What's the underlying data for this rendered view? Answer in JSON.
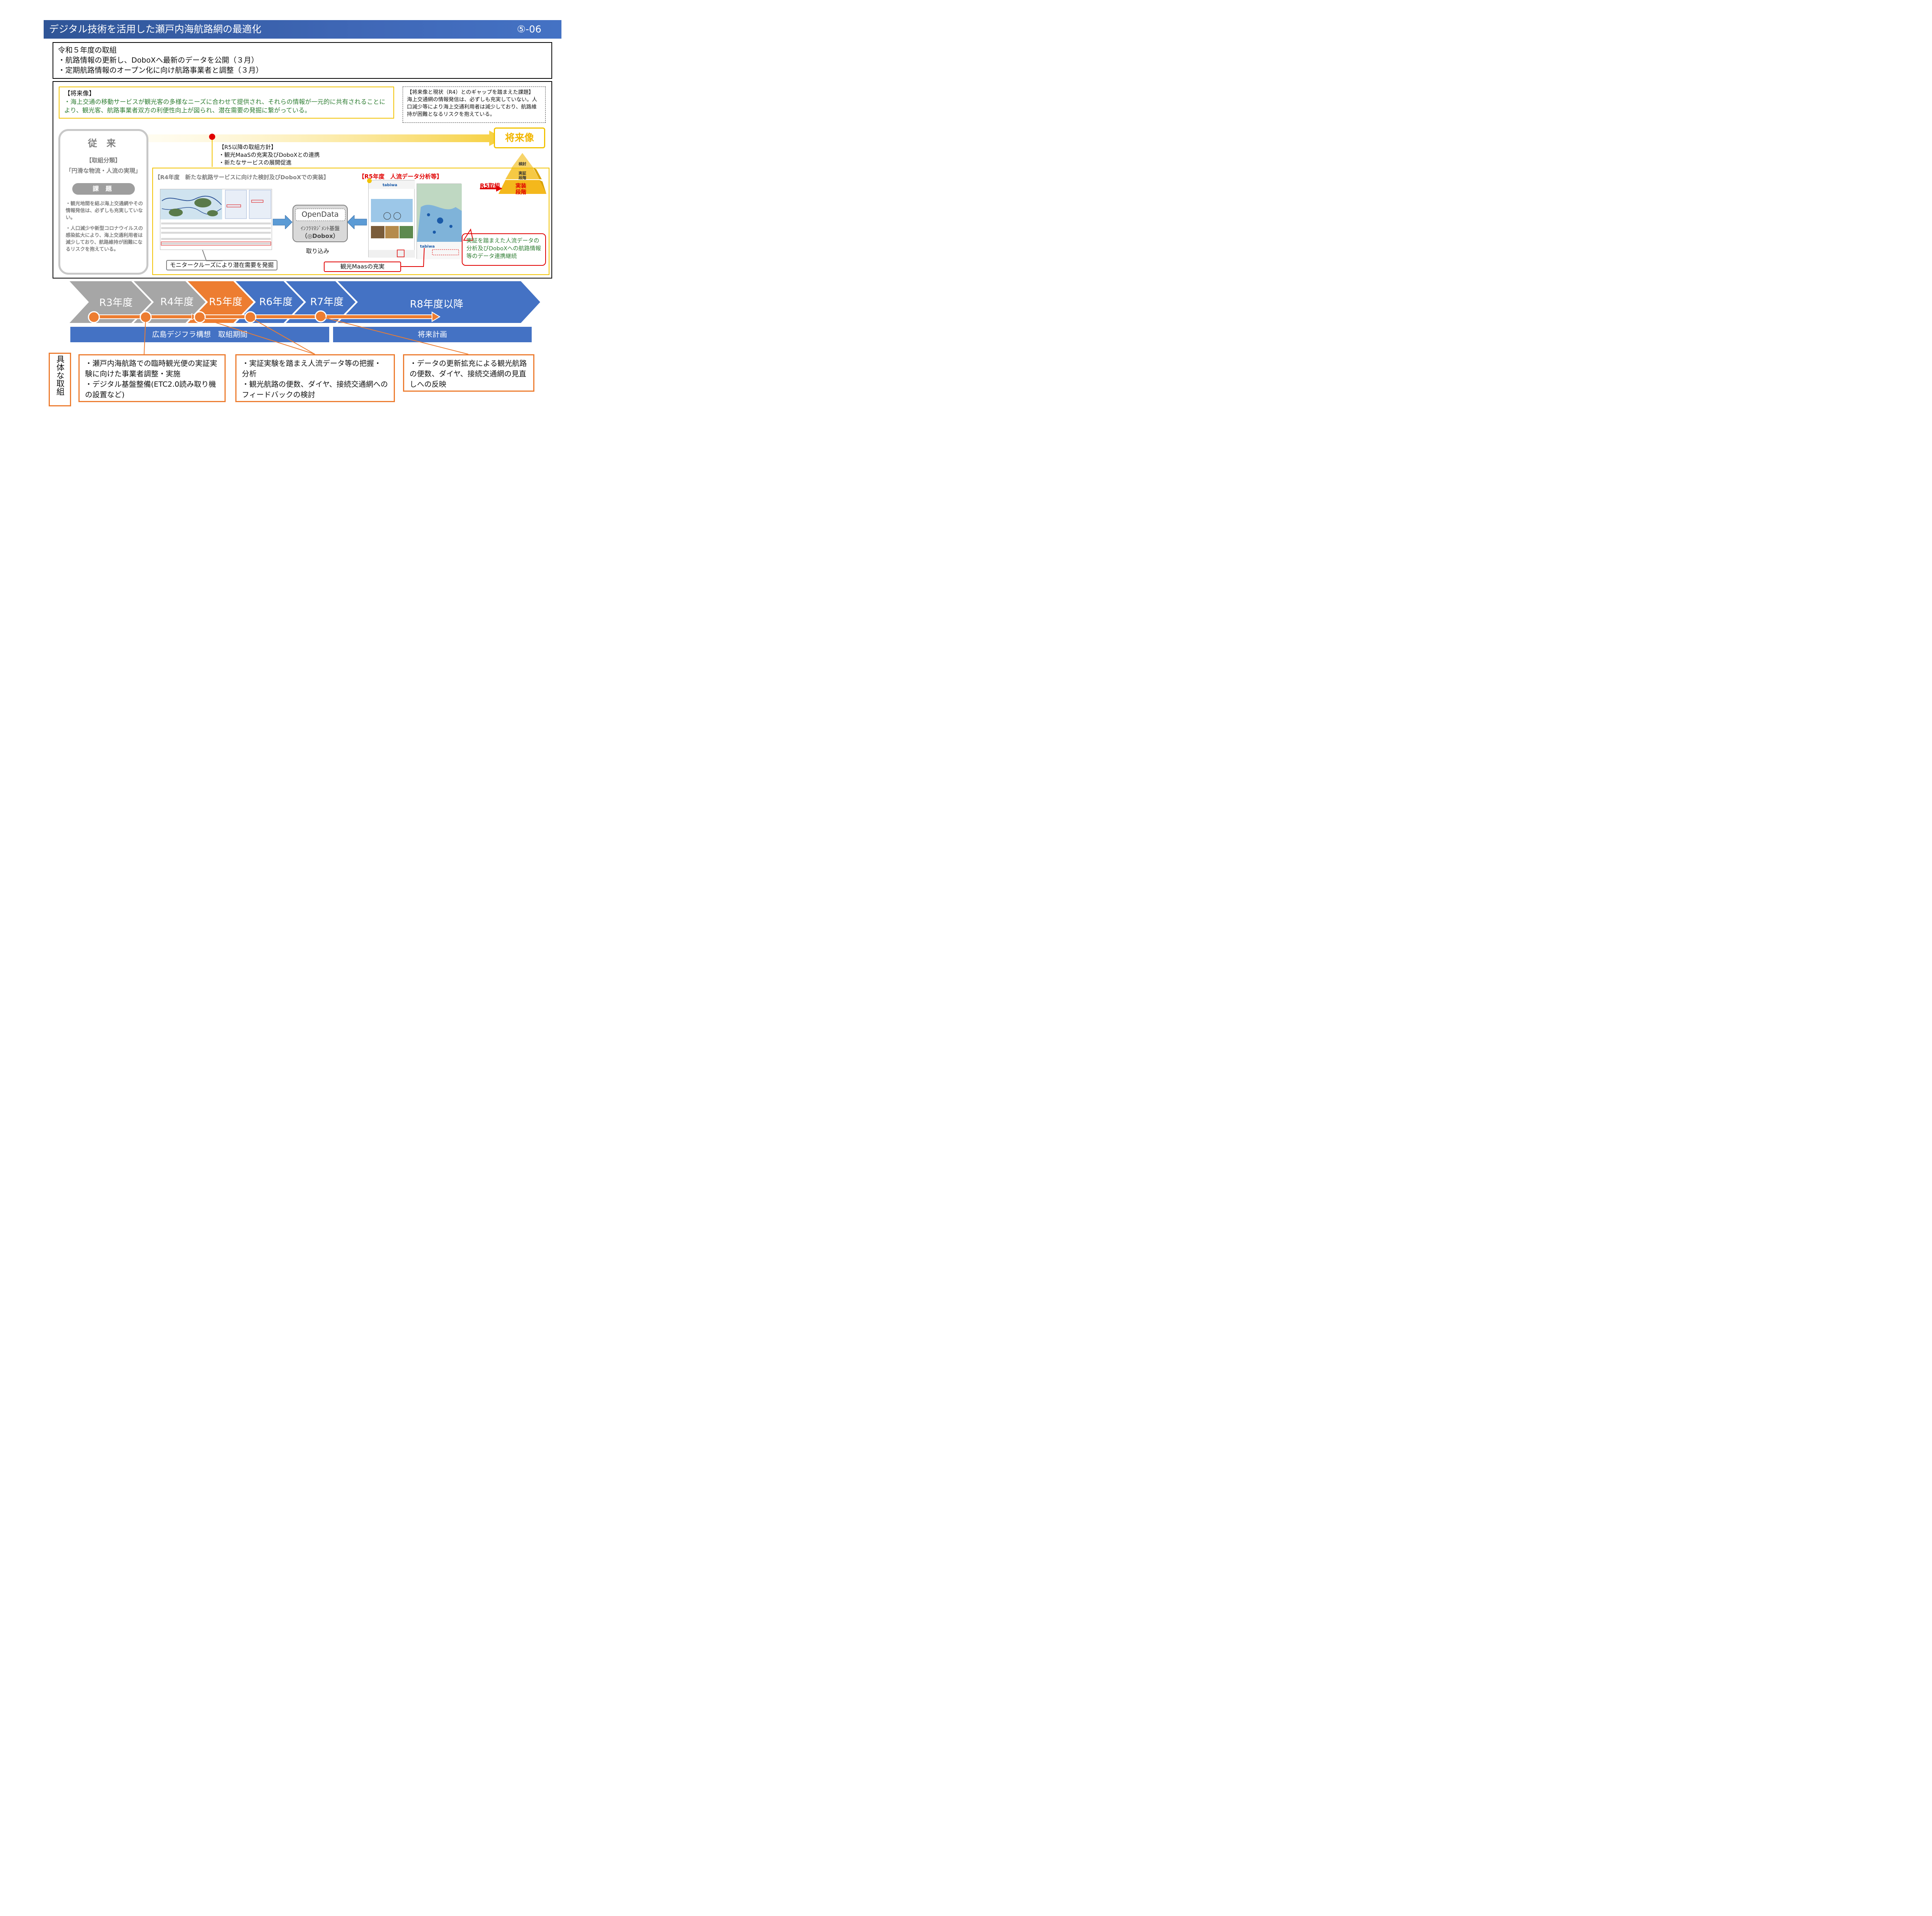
{
  "header": {
    "title": "デジタル技術を活用した瀬戸内海航路網の最適化",
    "number": "⑤-06"
  },
  "r5_actions": {
    "heading": "令和５年度の取組",
    "items": [
      "・航路情報の更新し、DoboXへ最新のデータを公開（３月）",
      "・定期航路情報のオープン化に向け航路事業者と調整（３月）"
    ]
  },
  "vision": {
    "title": "【将来像】",
    "text": "・海上交通の移動サービスが観光客の多様なニーズに合わせて提供され、それらの情報が一元的に共有されることにより、観光客、航路事業者双方の利便性向上が図られ、潜在需要の発掘に繋がっている。"
  },
  "gap": {
    "title": "【将来像と現状（R4）とのギャップを踏まえた課題】",
    "text": "海上交通網の情報発信は、必ずしも充実していない。人口減少等により海上交通利用者は減少しており、航路維持が困難となるリスクを抱えている。"
  },
  "legacy": {
    "heading": "従 来",
    "category_label": "【取組分類】",
    "category": "「円滑な物流・人流の実現」",
    "issue_label": "課 題",
    "issues": [
      "・観光地間を結ぶ海上交通網やその情報発信は、必ずしも充実していない。",
      "・人口減少や新型コロナウイルスの感染拡大により、海上交通利用者は減少しており、航路維持が困難になるリスクを抱えている。"
    ]
  },
  "future_badge": "将来像",
  "policy": {
    "title": "【R5以降の取組方針】",
    "items": [
      "・観光MaaSの充実及びDoboXとの連携",
      "・新たなサービスの展開促進"
    ]
  },
  "r4": {
    "title": "【R4年度　新たな航路サービスに向けた検討及びDoboXでの実装】",
    "caption": "モニタークルーズにより潜在需要を発掘"
  },
  "r5": {
    "title": "【R5年度　人流データ分析等】",
    "caption": "観光Maasの充実",
    "tori": "R5取組"
  },
  "opendata": {
    "label": "OpenData",
    "platform": "ｲﾝﾌﾗﾏﾈｼﾞﾒﾝﾄ基盤",
    "dobox": "（◎Dobox）",
    "import": "取り込み"
  },
  "continuation": "実証を踏まえた人流データの分析及びDoboXへの航路情報等のデータ連携継続",
  "pyramid": {
    "levels": [
      "検討",
      "実証",
      "段階",
      "実装",
      "段階"
    ]
  },
  "timeline": {
    "years": [
      "R3年度",
      "R4年度",
      "R5年度",
      "R6年度",
      "R7年度",
      "R8年度以降"
    ],
    "period_current": "広島デジフラ構想　取組期間",
    "period_future": "将来計画"
  },
  "concrete": {
    "label": "具体な取組",
    "boxes": [
      [
        "・瀬戸内海航路での臨時観光便の実証実験に向けた事業者調整・実施",
        "・デジタル基盤整備(ETC2.0読み取り機の設置など)"
      ],
      [
        "・実証実験を踏まえ人流データ等の把握・分析",
        "・観光航路の便数、ダイヤ、接続交通網へのフィードバックの検討"
      ],
      [
        "・データの更新拡充による観光航路の便数、ダイヤ、接続交通網の見直しへの反映"
      ]
    ]
  },
  "colors": {
    "title_blue": "#2f5597",
    "orange": "#ed7d31",
    "blue": "#4472c4",
    "gold": "#f2c200",
    "red": "#e00000",
    "green": "#2e7d32"
  }
}
